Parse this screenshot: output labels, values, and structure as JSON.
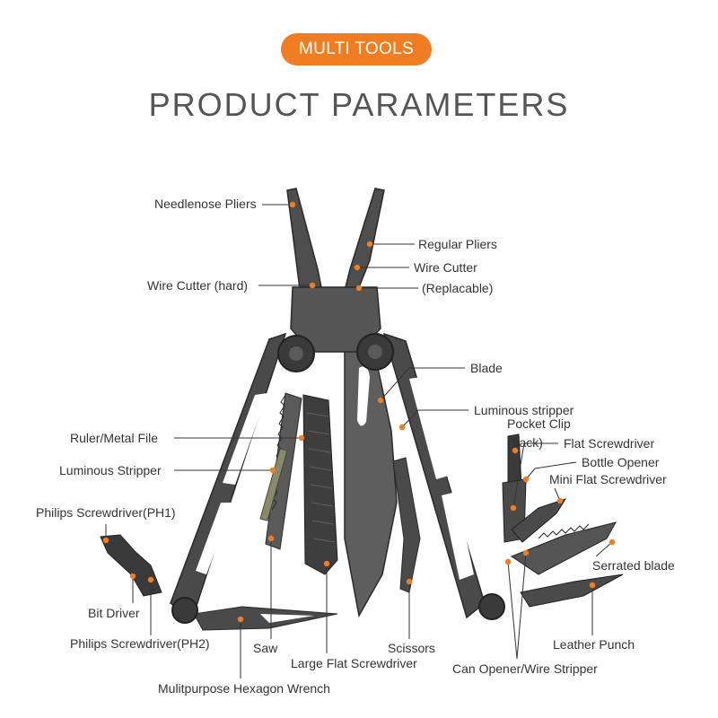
{
  "header": {
    "badge": "MULTI TOOLS",
    "title": "PRODUCT PARAMETERS"
  },
  "colors": {
    "accent": "#f07d22",
    "steel": "#4a4a4a",
    "steel_dark": "#2e2e2e",
    "leader": "#333333",
    "text": "#333333"
  },
  "parts": [
    {
      "key": "needlenose-pliers",
      "label": "Needlenose Pliers"
    },
    {
      "key": "regular-pliers",
      "label": "Regular Pliers"
    },
    {
      "key": "wire-cutter",
      "label": "Wire Cutter"
    },
    {
      "key": "wire-cutter-replacable",
      "label": "(Replacable)"
    },
    {
      "key": "wire-cutter-hard",
      "label": "Wire Cutter (hard)"
    },
    {
      "key": "blade",
      "label": "Blade"
    },
    {
      "key": "luminous-stripper-right",
      "label": "Luminous stripper"
    },
    {
      "key": "pocket-clip",
      "label": "Pocket Clip"
    },
    {
      "key": "pocket-clip-back",
      "label": "(back)"
    },
    {
      "key": "flat-screwdriver",
      "label": "Flat Screwdriver"
    },
    {
      "key": "bottle-opener",
      "label": "Bottle Opener"
    },
    {
      "key": "mini-flat-screwdriver",
      "label": "Mini Flat Screwdriver"
    },
    {
      "key": "ruler-metal-file",
      "label": "Ruler/Metal File"
    },
    {
      "key": "luminous-stripper-left",
      "label": "Luminous Stripper"
    },
    {
      "key": "philips-screwdriver-ph1",
      "label": "Philips Screwdriver(PH1)"
    },
    {
      "key": "serrated-blade",
      "label": "Serrated blade"
    },
    {
      "key": "bit-driver",
      "label": "Bit Driver"
    },
    {
      "key": "philips-screwdriver-ph2",
      "label": "Philips Screwdriver(PH2)"
    },
    {
      "key": "saw",
      "label": "Saw"
    },
    {
      "key": "scissors",
      "label": "Scissors"
    },
    {
      "key": "leather-punch",
      "label": "Leather Punch"
    },
    {
      "key": "large-flat-screwdriver",
      "label": "Large Flat Screwdriver"
    },
    {
      "key": "can-opener-wire-stripper",
      "label": "Can Opener/Wire Stripper"
    },
    {
      "key": "hexagon-wrench",
      "label": "Mulitpurpose Hexagon Wrench"
    }
  ]
}
